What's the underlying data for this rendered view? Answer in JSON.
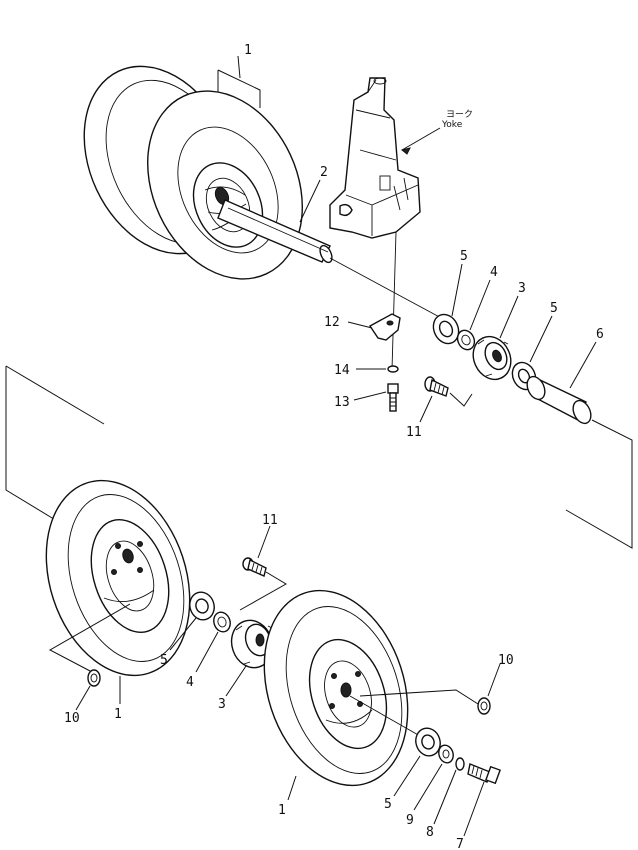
{
  "labels": {
    "p1_top": "1",
    "p2": "2",
    "p5_top": "5",
    "p4_top": "4",
    "p3_top": "3",
    "p5_top_b": "5",
    "p6": "6",
    "p12": "12",
    "p14": "14",
    "p13": "13",
    "p11_top": "11",
    "p11_bottom": "11",
    "p5_bottom": "5",
    "p4_bottom": "4",
    "p3_bottom": "3",
    "p10_left": "10",
    "p1_left": "1",
    "p10_right": "10",
    "p1_right": "1",
    "p5_bottom_b": "5",
    "p9": "9",
    "p8": "8",
    "p7": "7"
  },
  "callout": {
    "jp": "ヨーク",
    "en": "Yoke"
  }
}
